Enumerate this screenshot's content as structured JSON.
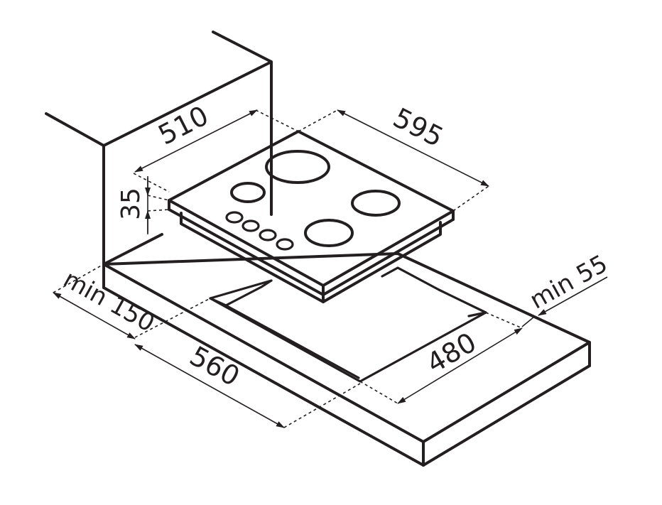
{
  "dimensions": {
    "width_510": "510",
    "depth_595": "595",
    "height_35": "35",
    "clearance_min150": "min 150",
    "cutout_560": "560",
    "cutout_480": "480",
    "clearance_min55": "min 55"
  },
  "icons": {
    "wall": "wall-corner-outline",
    "worktop": "countertop-slab",
    "hob": "cooktop-with-burners"
  },
  "colors": {
    "line": "#231f20",
    "background": "#ffffff"
  }
}
